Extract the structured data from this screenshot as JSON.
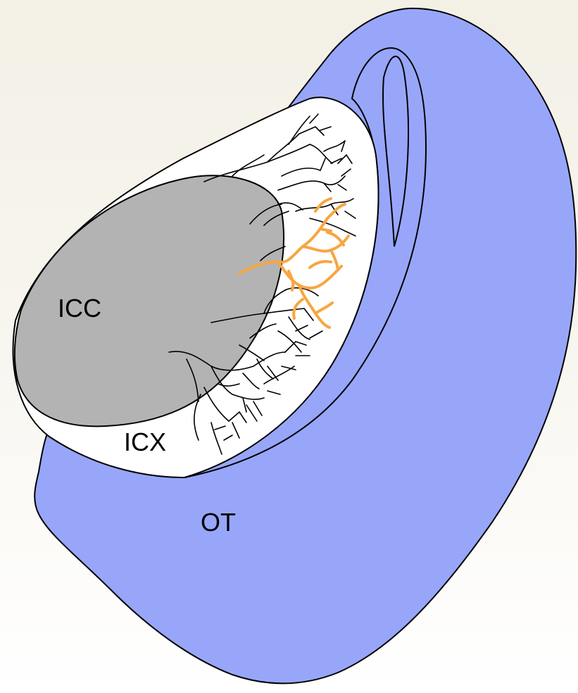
{
  "labels": {
    "icc": "ICC",
    "icx": "ICX",
    "ot": "OT"
  },
  "colors": {
    "background_top": "#f3f0e6",
    "ot_fill": "#98a6fa",
    "icc_fill": "#b3b3b3",
    "icx_fill": "#ffffff",
    "highlighted_neuron": "#f7a640",
    "outline": "#000000"
  },
  "icons": {
    "black_dendrites": "black-neuron-dendrites",
    "orange_dendrite": "highlighted-neuron"
  }
}
